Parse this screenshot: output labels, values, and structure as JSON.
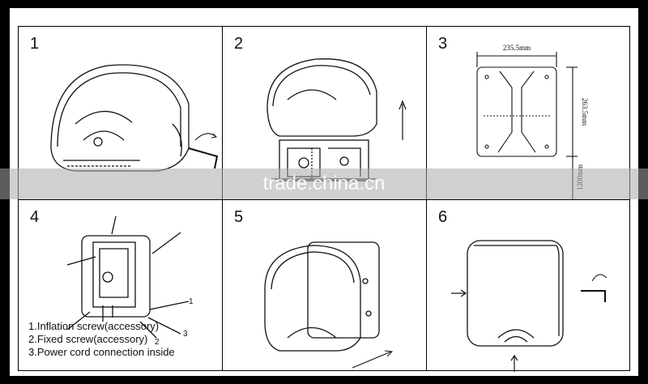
{
  "steps": [
    {
      "number": "1"
    },
    {
      "number": "2"
    },
    {
      "number": "3",
      "dimensions": {
        "width": "235.5mm",
        "height": "263.5mm",
        "mount_height": "1200mm"
      }
    },
    {
      "number": "4"
    },
    {
      "number": "5"
    },
    {
      "number": "6"
    }
  ],
  "legend": {
    "item1": "1.Inflation screw(accessory)",
    "item2": "2.Fixed screw(accessory)",
    "item3": "3.Power cord connection inside"
  },
  "callouts": [
    "1",
    "2",
    "3"
  ],
  "watermark": "trade.china.cn"
}
